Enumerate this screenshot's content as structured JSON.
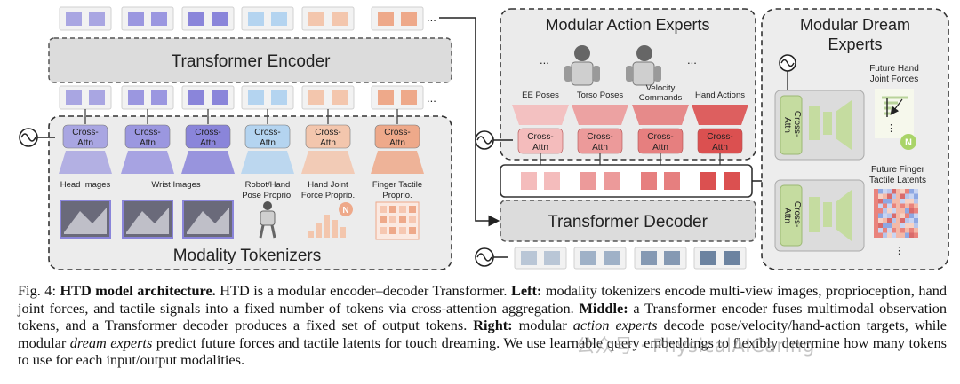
{
  "left": {
    "encoder_label": "Transformer Encoder",
    "tokenizers_label": "Modality Tokenizers",
    "cross_attn": [
      "Cross-",
      "Attn"
    ],
    "modalities": [
      {
        "label_lines": [
          "Head Images"
        ],
        "color": "#a9a6e2"
      },
      {
        "label_lines": [
          "Wrist Images"
        ],
        "color": "#9b97e0"
      },
      {
        "label_lines": [],
        "color": "#8a85da"
      },
      {
        "label_lines": [
          "Robot/Hand",
          "Pose Proprio."
        ],
        "color": "#b4d4f0"
      },
      {
        "label_lines": [
          "Hand Joint",
          "Force Proprio."
        ],
        "color": "#f3c6ad"
      },
      {
        "label_lines": [
          "Finger Tactile",
          "Proprio."
        ],
        "color": "#eea98a"
      }
    ],
    "ellipsis": "..."
  },
  "middle": {
    "action_title": "Modular Action Experts",
    "decoder_label": "Transformer Decoder",
    "actions": [
      {
        "label_lines": [
          "EE Poses"
        ],
        "color": "#f4bcbc"
      },
      {
        "label_lines": [
          "Torso Poses"
        ],
        "color": "#ec9a9a"
      },
      {
        "label_lines": [
          "Velocity",
          "Commands"
        ],
        "color": "#e67f7f"
      },
      {
        "label_lines": [
          "Hand Actions"
        ],
        "color": "#db5050"
      }
    ],
    "ellipsis": "..."
  },
  "right": {
    "title_lines": [
      "Modular Dream",
      "Experts"
    ],
    "future_force_lines": [
      "Future Hand",
      "Joint Forces"
    ],
    "future_tactile_lines": [
      "Future Finger",
      "Tactile Latents"
    ],
    "cross_attn": [
      "Cross-",
      "Attn"
    ]
  },
  "caption": {
    "fig": "Fig. 4: ",
    "title": "HTD model architecture.",
    "intro": " HTD is a modular encoder–decoder Transformer. ",
    "left_head": "Left:",
    "left_text": " modality tokenizers encode multi-view images, proprioception, hand joint forces, and tactile signals into a fixed number of tokens via cross-attention aggregation. ",
    "middle_head": "Middle:",
    "middle_text": " a Transformer encoder fuses multimodal observation tokens, and a Transformer decoder produces a fixed set of output tokens. ",
    "right_head": "Right:",
    "right_text_1": " modular ",
    "right_em_1": "action experts",
    "right_text_2": " decode pose/velocity/hand-action targets, while modular ",
    "right_em_2": "dream experts",
    "right_text_3": " predict future forces and tactile latents for touch dreaming. We use learnable query embeddings to flexibly determine how many tokens to use for each input/output modalities."
  },
  "watermark": "公众号 · PhysicalAICaring"
}
